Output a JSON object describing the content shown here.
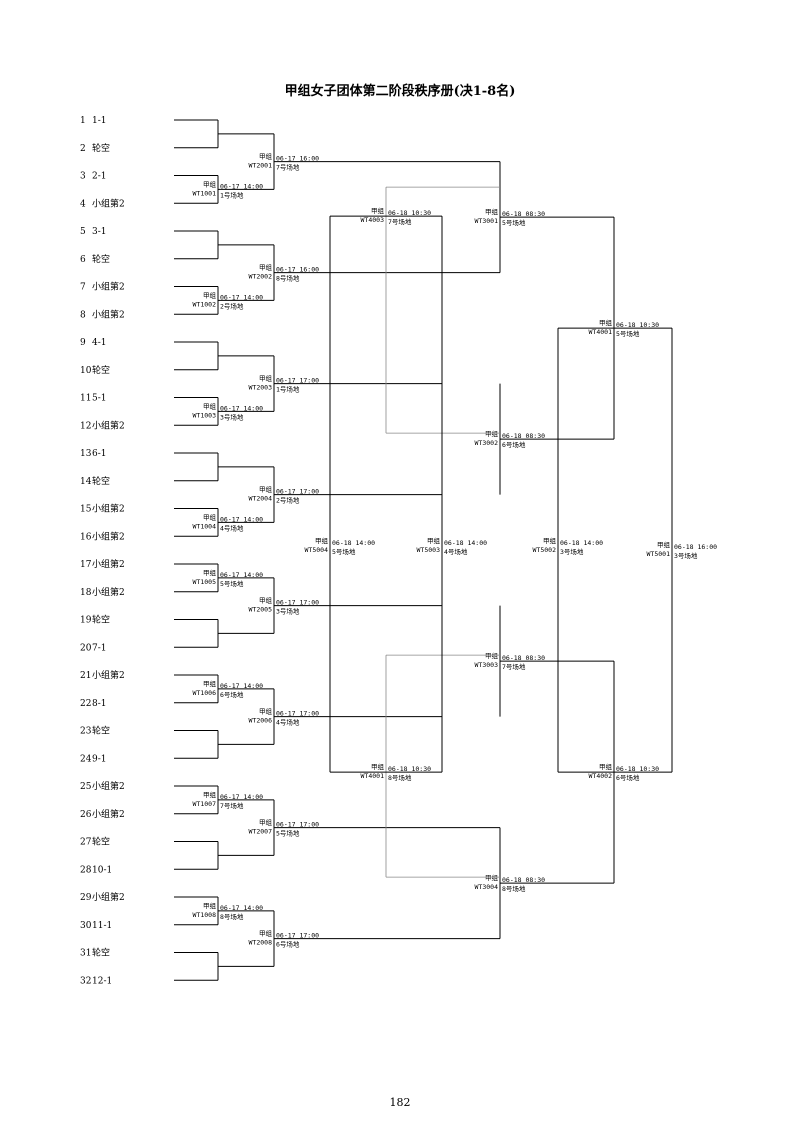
{
  "title": "甲组女子团体第二阶段秩序册(决1-8名)",
  "page_number": "182",
  "group_label": "甲组",
  "entries": [
    {
      "num": "1",
      "name": "1-1"
    },
    {
      "num": "2",
      "name": "轮空"
    },
    {
      "num": "3",
      "name": "2-1"
    },
    {
      "num": "4",
      "name": "小组第2"
    },
    {
      "num": "5",
      "name": "3-1"
    },
    {
      "num": "6",
      "name": "轮空"
    },
    {
      "num": "7",
      "name": "小组第2"
    },
    {
      "num": "8",
      "name": "小组第2"
    },
    {
      "num": "9",
      "name": "4-1"
    },
    {
      "num": "10",
      "name": "轮空"
    },
    {
      "num": "11",
      "name": "5-1"
    },
    {
      "num": "12",
      "name": "小组第2"
    },
    {
      "num": "13",
      "name": "6-1"
    },
    {
      "num": "14",
      "name": "轮空"
    },
    {
      "num": "15",
      "name": "小组第2"
    },
    {
      "num": "16",
      "name": "小组第2"
    },
    {
      "num": "17",
      "name": "小组第2"
    },
    {
      "num": "18",
      "name": "小组第2"
    },
    {
      "num": "19",
      "name": "轮空"
    },
    {
      "num": "20",
      "name": "7-1"
    },
    {
      "num": "21",
      "name": "小组第2"
    },
    {
      "num": "22",
      "name": "8-1"
    },
    {
      "num": "23",
      "name": "轮空"
    },
    {
      "num": "24",
      "name": "9-1"
    },
    {
      "num": "25",
      "name": "小组第2"
    },
    {
      "num": "26",
      "name": "小组第2"
    },
    {
      "num": "27",
      "name": "轮空"
    },
    {
      "num": "28",
      "name": "10-1"
    },
    {
      "num": "29",
      "name": "小组第2"
    },
    {
      "num": "30",
      "name": "11-1"
    },
    {
      "num": "31",
      "name": "轮空"
    },
    {
      "num": "32",
      "name": "12-1"
    }
  ],
  "matches": [
    {
      "code": "WT1001",
      "time": "06-17 14:00",
      "venue": "1号场地"
    },
    {
      "code": "WT1002",
      "time": "06-17 14:00",
      "venue": "2号场地"
    },
    {
      "code": "WT1003",
      "time": "06-17 14:00",
      "venue": "3号场地"
    },
    {
      "code": "WT1004",
      "time": "06-17 14:00",
      "venue": "4号场地"
    },
    {
      "code": "WT1005",
      "time": "06-17 14:00",
      "venue": "5号场地"
    },
    {
      "code": "WT1006",
      "time": "06-17 14:00",
      "venue": "6号场地"
    },
    {
      "code": "WT1007",
      "time": "06-17 14:00",
      "venue": "7号场地"
    },
    {
      "code": "WT1008",
      "time": "06-17 14:00",
      "venue": "8号场地"
    },
    {
      "code": "WT2001",
      "time": "06-17 16:00",
      "venue": "7号场地"
    },
    {
      "code": "WT2002",
      "time": "06-17 16:00",
      "venue": "8号场地"
    },
    {
      "code": "WT2003",
      "time": "06-17 17:00",
      "venue": "1号场地"
    },
    {
      "code": "WT2004",
      "time": "06-17 17:00",
      "venue": "2号场地"
    },
    {
      "code": "WT2005",
      "time": "06-17 17:00",
      "venue": "3号场地"
    },
    {
      "code": "WT2006",
      "time": "06-17 17:00",
      "venue": "4号场地"
    },
    {
      "code": "WT2007",
      "time": "06-17 17:00",
      "venue": "5号场地"
    },
    {
      "code": "WT2008",
      "time": "06-17 17:00",
      "venue": "6号场地"
    },
    {
      "code": "WT3001",
      "time": "06-18 08:30",
      "venue": "5号场地"
    },
    {
      "code": "WT3002",
      "time": "06-18 08:30",
      "venue": "6号场地"
    },
    {
      "code": "WT3003",
      "time": "06-18 08:30",
      "venue": "7号场地"
    },
    {
      "code": "WT3004",
      "time": "06-18 08:30",
      "venue": "8号场地"
    },
    {
      "code": "WT4001",
      "time": "06-18 10:30",
      "venue": "5号场地"
    },
    {
      "code": "WT4002",
      "time": "06-18 10:30",
      "venue": "6号场地"
    },
    {
      "code": "WT4003",
      "time": "06-18 10:30",
      "venue": "7号场地"
    },
    {
      "code": "WT4001",
      "time": "06-18 10:30",
      "venue": "8号场地"
    },
    {
      "code": "WT5001",
      "time": "06-18 16:00",
      "venue": "3号场地"
    },
    {
      "code": "WT5002",
      "time": "06-18 14:00",
      "venue": "3号场地"
    },
    {
      "code": "WT5003",
      "time": "06-18 14:00",
      "venue": "4号场地"
    },
    {
      "code": "WT5004",
      "time": "06-18 14:00",
      "venue": "5号场地"
    }
  ]
}
